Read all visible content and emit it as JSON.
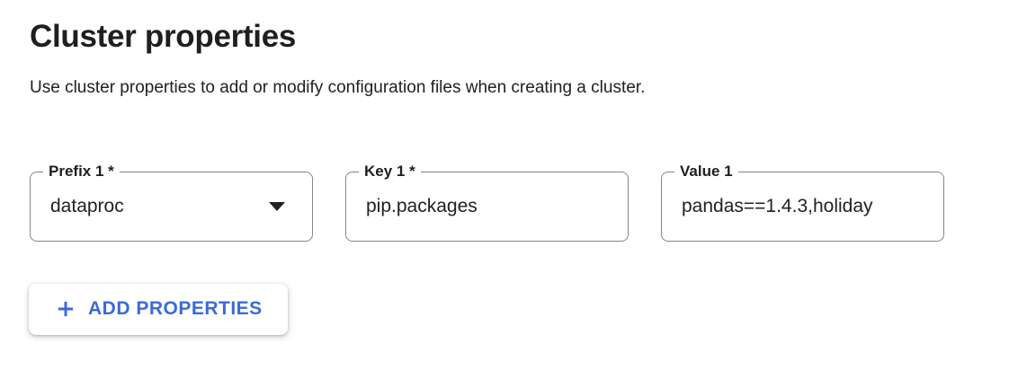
{
  "page": {
    "title": "Cluster properties",
    "description": "Use cluster properties to add or modify configuration files when creating a cluster."
  },
  "fields": {
    "prefix": {
      "label": "Prefix 1 *",
      "value": "dataproc",
      "icon": "dropdown-arrow-icon"
    },
    "key": {
      "label": "Key 1 *",
      "value": "pip.packages"
    },
    "value": {
      "label": "Value 1",
      "value": "pandas==1.4.3,holiday"
    }
  },
  "buttons": {
    "add_properties": {
      "label": "ADD PROPERTIES",
      "icon": "plus-icon"
    }
  },
  "colors": {
    "accent_blue": "#3b6bd9",
    "border_gray": "#80868b",
    "text_dark": "#202124",
    "title_black": "#1f1f1f",
    "background": "#ffffff"
  }
}
